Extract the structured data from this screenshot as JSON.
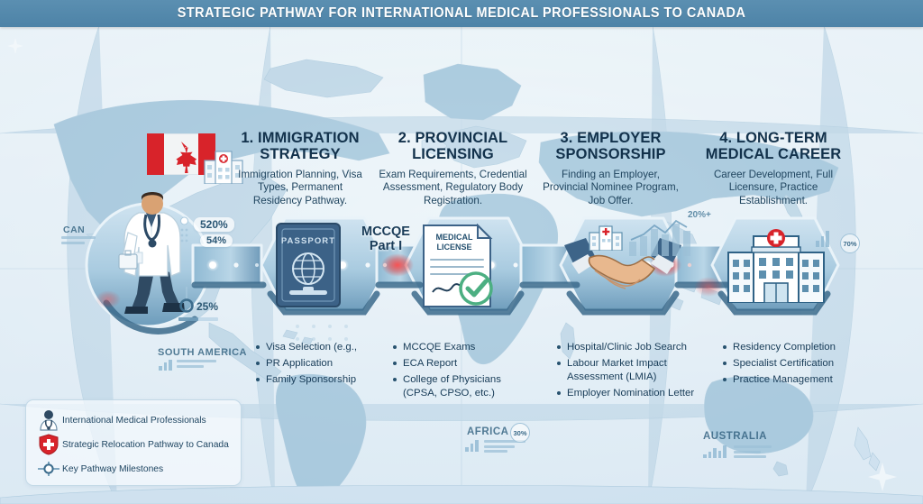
{
  "header": {
    "title": "STRATEGIC PATHWAY FOR INTERNATIONAL MEDICAL PROFESSIONALS TO CANADA",
    "bar_color": "#4e86ac"
  },
  "theme": {
    "background": "#e8f1f7",
    "map_fill": "#a9c9de",
    "accent_blue": "#2f6286",
    "node_fill": "#aecde1",
    "flag_red": "#d8232a",
    "check_green": "#4caf82"
  },
  "steps": [
    {
      "number": "1.",
      "title": "1. IMMIGRATION STRATEGY",
      "description": "Immigration Planning, Visa Types, Permanent Residency Pathway.",
      "node_icon": "doctor-walking-icon",
      "bullets": [
        "Visa Selection (e.g.,",
        "PR Application",
        "Family Sponsorship"
      ]
    },
    {
      "number": "2.",
      "title": "2. PROVINCIAL LICENSING",
      "description": "Exam Requirements, Credential Assessment, Regulatory Body Registration.",
      "node_icon": "passport-icon",
      "bullets": [
        "MCCQE Exams",
        "ECA Report",
        "College of Physicians (CPSA, CPSO, etc.)"
      ]
    },
    {
      "number": "3.",
      "title": "3. EMPLOYER SPONSORSHIP",
      "description": "Finding an Employer, Provincial Nominee Program, Job Offer.",
      "node_icon": "medical-license-icon",
      "bullets": [
        "Hospital/Clinic Job Search",
        "Labour Market Impact Assessment (LMIA)",
        "Employer Nomination Letter"
      ]
    },
    {
      "number": "4.",
      "title": "4. LONG-TERM MEDICAL CAREER",
      "description": "Career Development, Full Licensure, Practice Establishment.",
      "node_icon": "hospital-icon",
      "bullets": [
        "Residency Completion",
        "Specialist Certification",
        "Practice Management"
      ]
    }
  ],
  "pathway_nodes": [
    {
      "label": "PASSPORT",
      "icon": "passport-icon"
    },
    {
      "label": "MEDICAL LICENSE",
      "icon": "license-document-icon"
    },
    {
      "label": "",
      "icon": "handshake-icon"
    },
    {
      "label": "",
      "icon": "hospital-building-icon"
    }
  ],
  "callouts": {
    "mccqe_line1": "MCCQE",
    "mccqe_line2": "Part I"
  },
  "map_labels": [
    {
      "name": "CANADA",
      "text": "CAN"
    },
    {
      "name": "SOUTH AMERICA",
      "text": "SOUTH AMERICA"
    },
    {
      "name": "AFRICA",
      "text": "AFRICA"
    },
    {
      "name": "AUSTRALIA",
      "text": "AUSTRALIA"
    }
  ],
  "map_stats": [
    {
      "id": "canada-primary",
      "value": "520%"
    },
    {
      "id": "canada-secondary",
      "value": "54%"
    },
    {
      "id": "americas",
      "value": "25%"
    },
    {
      "id": "africa",
      "value": "30%"
    },
    {
      "id": "asia-growth",
      "value": "20%+"
    },
    {
      "id": "oceania",
      "value": "70%"
    }
  ],
  "legend": {
    "items": [
      {
        "icon": "medical-professional-icon",
        "label": "International Medical Professionals"
      },
      {
        "icon": "red-shield-cross-icon",
        "label": "Strategic Relocation Pathway to Canada"
      },
      {
        "icon": "milestone-node-icon",
        "label": "Key Pathway Milestones"
      }
    ]
  }
}
